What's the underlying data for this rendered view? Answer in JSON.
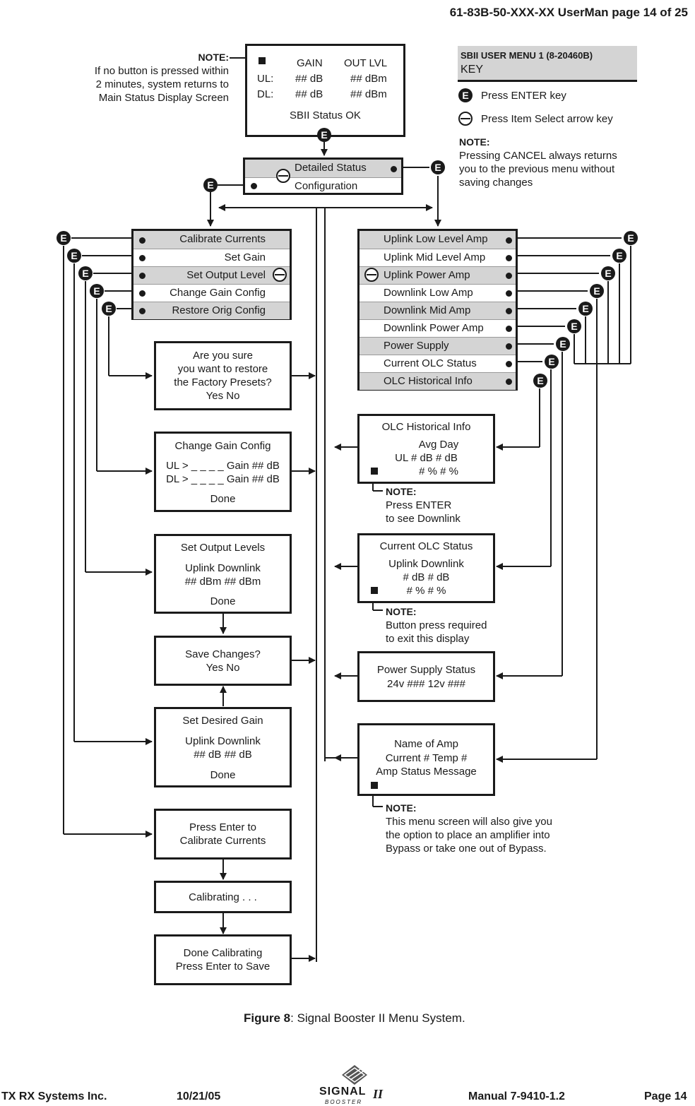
{
  "header": {
    "title": "61-83B-50-XXX-XX UserMan page 14 of 25"
  },
  "status_note": {
    "title": "NOTE:",
    "lines": [
      "If no button is pressed within",
      "2 minutes, system returns to",
      "Main Status Display Screen"
    ]
  },
  "status_screen": {
    "col1": "GAIN",
    "col2": "OUT  LVL",
    "ul_label": "UL:",
    "dl_label": "DL:",
    "ul_gain": "##  dB",
    "dl_gain": "##  dB",
    "ul_out": "##  dBm",
    "dl_out": "##  dBm",
    "status": "SBII Status OK"
  },
  "key": {
    "title": "SBII USER MENU 1 (8-20460B)",
    "subtitle": "KEY",
    "enter": "Press ENTER key",
    "select": "Press Item Select arrow key",
    "note_title": "NOTE:",
    "note_lines": [
      "Pressing CANCEL always returns",
      "you to the previous menu without",
      "saving changes"
    ]
  },
  "main_menu": {
    "items": [
      "Detailed Status",
      "Configuration"
    ]
  },
  "config_menu": {
    "items": [
      "Calibrate Currents",
      "Set Gain",
      "Set Output Level",
      "Change Gain Config",
      "Restore Orig Config"
    ]
  },
  "status_menu": {
    "items": [
      "Uplink Low Level Amp",
      "Uplink Mid Level Amp",
      "Uplink Power Amp",
      "Downlink Low Amp",
      "Downlink Mid Amp",
      "Downlink Power Amp",
      "Power Supply",
      "Current OLC Status",
      "OLC Historical Info"
    ]
  },
  "restore_box": {
    "lines": [
      "Are you sure",
      "you want to restore",
      "the Factory Presets?",
      "Yes     No"
    ]
  },
  "gain_config_box": {
    "lines": [
      "Change Gain Config",
      "UL > _ _ _ _ Gain  ## dB",
      "DL > _ _ _ _ Gain  ## dB",
      "Done"
    ]
  },
  "output_levels_box": {
    "lines": [
      "Set Output Levels",
      "Uplink         Downlink",
      "## dBm         ## dBm",
      "Done"
    ]
  },
  "save_box": {
    "lines": [
      "Save Changes?",
      "Yes     No"
    ]
  },
  "desired_gain_box": {
    "lines": [
      "Set Desired Gain",
      "Uplink        Downlink",
      "## dB           ## dB",
      "Done"
    ]
  },
  "calibrate_box": {
    "lines": [
      "Press Enter to",
      "Calibrate Currents"
    ]
  },
  "calibrating_box": {
    "lines": [
      "Calibrating . . ."
    ]
  },
  "done_cal_box": {
    "lines": [
      "Done Calibrating",
      "Press Enter to Save"
    ]
  },
  "olc_hist_box": {
    "lines": [
      "OLC Historical Info",
      "Avg        Day",
      "UL      # dB      # dB",
      "# %        # %"
    ]
  },
  "olc_hist_note": {
    "title": "NOTE:",
    "lines": [
      "Press ENTER",
      "to see Downlink"
    ]
  },
  "olc_status_box": {
    "lines": [
      "Current OLC Status",
      "Uplink      Downlink",
      "# dB             # dB",
      "# %              # %"
    ]
  },
  "olc_status_note": {
    "title": "NOTE:",
    "lines": [
      "Button press required",
      "to exit this display"
    ]
  },
  "power_box": {
    "lines": [
      "Power Supply Status",
      "24v ### 12v ###"
    ]
  },
  "amp_box": {
    "lines": [
      "Name of Amp",
      "Current #  Temp #",
      "Amp Status Message"
    ]
  },
  "amp_note": {
    "title": "NOTE:",
    "lines": [
      "This menu screen will also give you",
      "the option to place an amplifier into",
      "Bypass or take one out of Bypass."
    ]
  },
  "caption": {
    "label": "Figure 8",
    "text": ": Signal Booster II Menu System."
  },
  "footer": {
    "company": "TX RX Systems Inc.",
    "date": "10/21/05",
    "logo_text": "SIGNAL",
    "logo_sub": "BOOSTER",
    "logo_mark": "II",
    "manual": "Manual 7-9410-1.2",
    "page": "Page 14"
  },
  "icons": {
    "enter_key": "enter-key-icon",
    "select_key": "item-select-arrow-icon"
  }
}
